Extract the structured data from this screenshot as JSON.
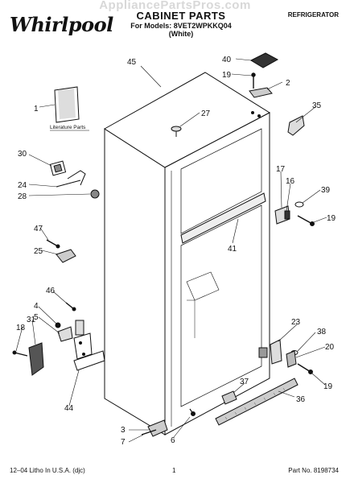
{
  "header": {
    "brand": "Whirlpool",
    "watermark": "AppliancePartsPros.com",
    "title": "CABINET PARTS",
    "models_line": "For Models: 8VET2WPKKQ04",
    "color_line": "(White)",
    "category": "REFRIGERATOR"
  },
  "footer": {
    "left": "12–04 Litho In U.S.A. (djc)",
    "page": "1",
    "part_no": "Part No. 8198734"
  },
  "diagram": {
    "literature_label": "Literature Parts",
    "callouts": {
      "c45": "45",
      "c40": "40",
      "c19a": "19",
      "c2": "2",
      "c35": "35",
      "c1": "1",
      "c27": "27",
      "c30": "30",
      "c24": "24",
      "c28": "28",
      "c17": "17",
      "c16": "16",
      "c39": "39",
      "c19b": "19",
      "c41": "41",
      "c47": "47",
      "c25": "25",
      "c46": "46",
      "c4": "4",
      "c5": "5",
      "c18": "18",
      "c31": "31",
      "c23": "23",
      "c38": "38",
      "c20": "20",
      "c19c": "19",
      "c37": "37",
      "c36": "36",
      "c44": "44",
      "c3": "3",
      "c7": "7",
      "c6": "6"
    }
  }
}
